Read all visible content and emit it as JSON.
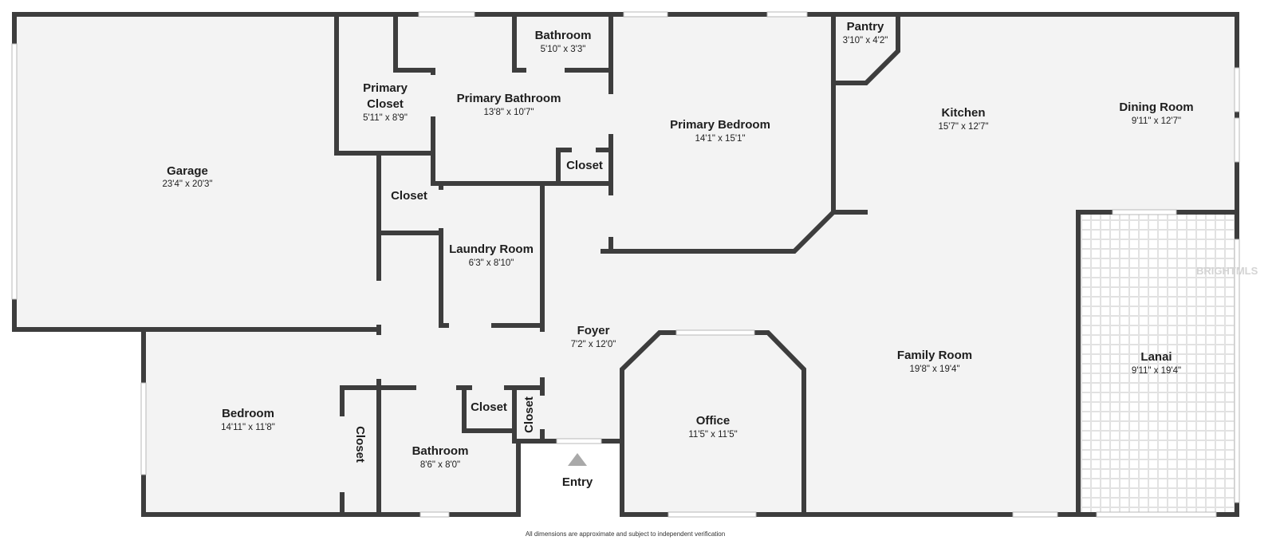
{
  "colors": {
    "floor": "#f3f3f3",
    "wall": "#3d3d3d",
    "lanai_tile": "#e2e2e2",
    "entry_marker": "#a9a9a9"
  },
  "rooms": [
    {
      "id": "garage",
      "name": "Garage",
      "dims": "23'4\" x 20'3\""
    },
    {
      "id": "primary-closet",
      "name_lines": [
        "Primary",
        "Closet"
      ],
      "dims": "5'11\" x 8'9\""
    },
    {
      "id": "primary-bathroom",
      "name": "Primary Bathroom",
      "dims": "13'8\" x 10'7\""
    },
    {
      "id": "bathroom-top",
      "name": "Bathroom",
      "dims": "5'10\" x 3'3\""
    },
    {
      "id": "primary-bedroom",
      "name": "Primary Bedroom",
      "dims": "14'1\" x 15'1\""
    },
    {
      "id": "pantry",
      "name": "Pantry",
      "dims": "3'10\" x 4'2\""
    },
    {
      "id": "kitchen",
      "name": "Kitchen",
      "dims": "15'7\" x 12'7\""
    },
    {
      "id": "dining-room",
      "name": "Dining Room",
      "dims": "9'11\" x 12'7\""
    },
    {
      "id": "closet-bath",
      "name": "Closet"
    },
    {
      "id": "closet-hall",
      "name": "Closet"
    },
    {
      "id": "laundry-room",
      "name": "Laundry Room",
      "dims": "6'3\" x 8'10\""
    },
    {
      "id": "foyer",
      "name": "Foyer",
      "dims": "7'2\" x 12'0\""
    },
    {
      "id": "family-room",
      "name": "Family Room",
      "dims": "19'8\" x 19'4\""
    },
    {
      "id": "lanai",
      "name": "Lanai",
      "dims": "9'11\" x 19'4\""
    },
    {
      "id": "bedroom",
      "name": "Bedroom",
      "dims": "14'11\" x 11'8\""
    },
    {
      "id": "closet-bedroom",
      "name": "Closet"
    },
    {
      "id": "closet-small",
      "name": "Closet"
    },
    {
      "id": "closet-entry",
      "name": "Closet"
    },
    {
      "id": "bathroom-bottom",
      "name": "Bathroom",
      "dims": "8'6\" x 8'0\""
    },
    {
      "id": "office",
      "name": "Office",
      "dims": "11'5\" x 11'5\""
    }
  ],
  "entry": {
    "label": "Entry"
  },
  "footnote": "All dimensions are approximate and subject to independent verification",
  "watermark": "BRIGHTMLS"
}
